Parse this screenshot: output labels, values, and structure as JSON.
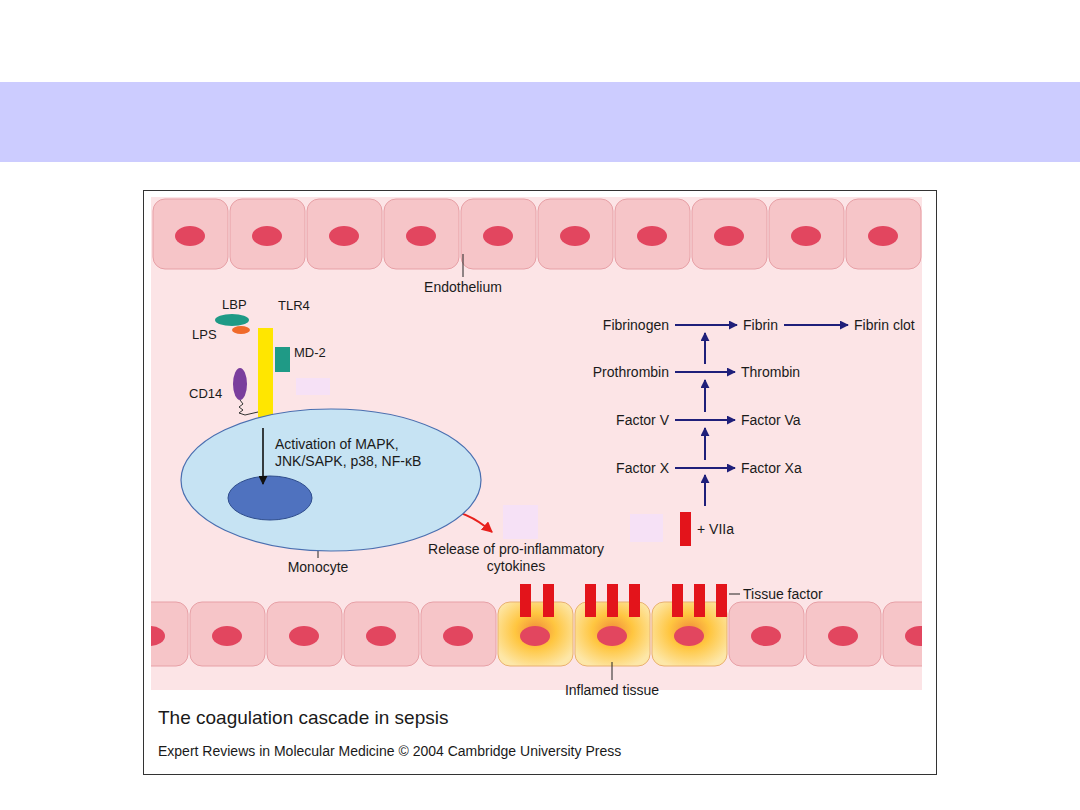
{
  "diagram": {
    "caption": "The coagulation cascade in sepsis",
    "nodes": [
      {
        "text": [
          "Activation of MAPK, JNK/SAPK, p38, NF-κB"
        ]
      },
      {
        "text": [
          "Fibrinogen"
        ]
      },
      {
        "text": [
          "Fibrin"
        ]
      },
      {
        "text": [
          "Fibrin clot"
        ]
      },
      {
        "text": [
          "Prothrombin"
        ]
      },
      {
        "text": [
          "Thrombin"
        ]
      },
      {
        "text": [
          "Factor V"
        ]
      },
      {
        "text": [
          "Factor Va"
        ]
      },
      {
        "text": [
          "Factor X"
        ]
      },
      {
        "text": [
          "Factor Xa"
        ]
      }
    ],
    "edges": [
      {
        "from": 1,
        "to": 2,
        "arrow": "to"
      },
      {
        "from": 2,
        "to": 3,
        "arrow": "to"
      },
      {
        "from": 4,
        "to": 5,
        "arrow": "to"
      },
      {
        "from": 6,
        "to": 7,
        "arrow": "to"
      },
      {
        "from": 8,
        "to": 9,
        "arrow": "to"
      }
    ],
    "labels": [
      "Endothelium",
      "LBP",
      "LPS",
      "TLR4",
      "MD-2",
      "CD14",
      "Monocyte",
      "Release of pro-inflammatory cytokines",
      "+ VIIa",
      "Tissue factor",
      "Inflamed tissue",
      "Expert Reviews in Molecular Medicine © 2004 Cambridge University Press"
    ]
  }
}
